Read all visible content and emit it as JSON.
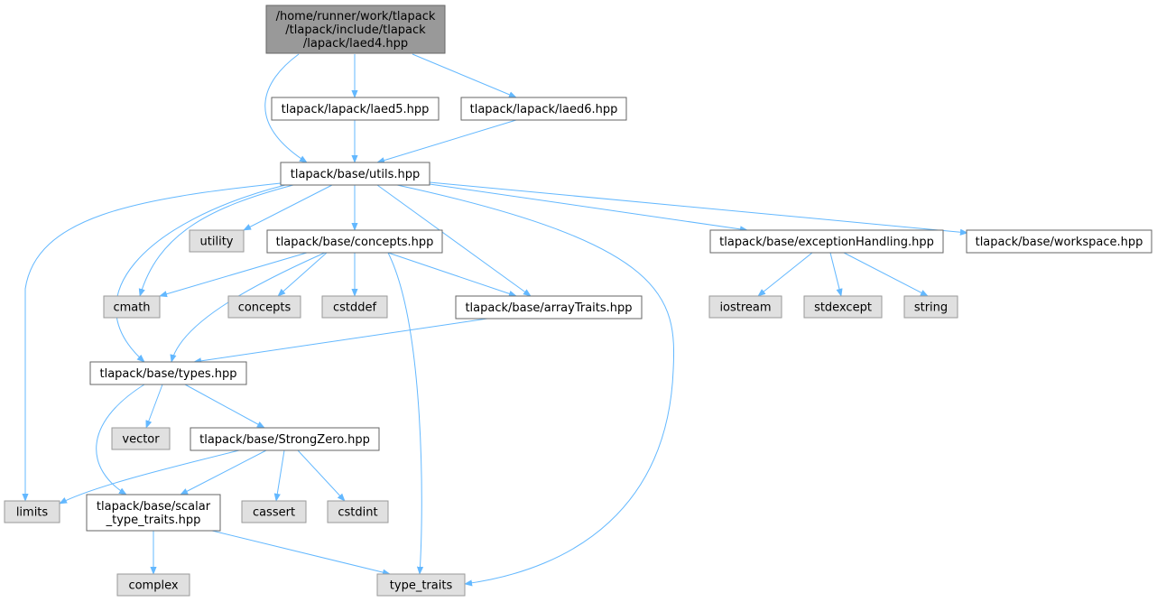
{
  "style": {
    "edge_color": "#63b8ff",
    "box_border": "#666666",
    "root_fill": "#999999",
    "file_fill": "#ffffff",
    "system_fill": "#e0e0e0",
    "system_border": "#999999"
  },
  "nodes": {
    "root": {
      "lines": [
        "/home/runner/work/tlapack",
        "/tlapack/include/tlapack",
        "/lapack/laed4.hpp"
      ],
      "kind": "root"
    },
    "laed5": {
      "lines": [
        "tlapack/lapack/laed5.hpp"
      ],
      "kind": "file"
    },
    "laed6": {
      "lines": [
        "tlapack/lapack/laed6.hpp"
      ],
      "kind": "file"
    },
    "utils": {
      "lines": [
        "tlapack/base/utils.hpp"
      ],
      "kind": "file"
    },
    "utility": {
      "lines": [
        "utility"
      ],
      "kind": "system"
    },
    "concepts_hpp": {
      "lines": [
        "tlapack/base/concepts.hpp"
      ],
      "kind": "file"
    },
    "exceptionHandling": {
      "lines": [
        "tlapack/base/exceptionHandling.hpp"
      ],
      "kind": "file"
    },
    "workspace": {
      "lines": [
        "tlapack/base/workspace.hpp"
      ],
      "kind": "file"
    },
    "cmath": {
      "lines": [
        "cmath"
      ],
      "kind": "system"
    },
    "concepts": {
      "lines": [
        "concepts"
      ],
      "kind": "system"
    },
    "cstddef": {
      "lines": [
        "cstddef"
      ],
      "kind": "system"
    },
    "arrayTraits": {
      "lines": [
        "tlapack/base/arrayTraits.hpp"
      ],
      "kind": "file"
    },
    "iostream": {
      "lines": [
        "iostream"
      ],
      "kind": "system"
    },
    "stdexcept": {
      "lines": [
        "stdexcept"
      ],
      "kind": "system"
    },
    "string": {
      "lines": [
        "string"
      ],
      "kind": "system"
    },
    "types": {
      "lines": [
        "tlapack/base/types.hpp"
      ],
      "kind": "file"
    },
    "vector": {
      "lines": [
        "vector"
      ],
      "kind": "system"
    },
    "strongZero": {
      "lines": [
        "tlapack/base/StrongZero.hpp"
      ],
      "kind": "file"
    },
    "limits": {
      "lines": [
        "limits"
      ],
      "kind": "system"
    },
    "scalarTraits": {
      "lines": [
        "tlapack/base/scalar",
        "_type_traits.hpp"
      ],
      "kind": "file"
    },
    "cassert": {
      "lines": [
        "cassert"
      ],
      "kind": "system"
    },
    "cstdint": {
      "lines": [
        "cstdint"
      ],
      "kind": "system"
    },
    "complex": {
      "lines": [
        "complex"
      ],
      "kind": "system"
    },
    "type_traits": {
      "lines": [
        "type_traits"
      ],
      "kind": "system"
    }
  },
  "edges": [
    [
      "root",
      "utils"
    ],
    [
      "root",
      "laed5"
    ],
    [
      "root",
      "laed6"
    ],
    [
      "laed5",
      "utils"
    ],
    [
      "laed6",
      "utils"
    ],
    [
      "utils",
      "utility"
    ],
    [
      "utils",
      "concepts_hpp"
    ],
    [
      "utils",
      "exceptionHandling"
    ],
    [
      "utils",
      "workspace"
    ],
    [
      "utils",
      "cmath"
    ],
    [
      "utils",
      "arrayTraits"
    ],
    [
      "utils",
      "types"
    ],
    [
      "utils",
      "limits"
    ],
    [
      "utils",
      "type_traits"
    ],
    [
      "concepts_hpp",
      "cmath"
    ],
    [
      "concepts_hpp",
      "concepts"
    ],
    [
      "concepts_hpp",
      "cstddef"
    ],
    [
      "concepts_hpp",
      "arrayTraits"
    ],
    [
      "concepts_hpp",
      "types"
    ],
    [
      "concepts_hpp",
      "type_traits"
    ],
    [
      "exceptionHandling",
      "iostream"
    ],
    [
      "exceptionHandling",
      "stdexcept"
    ],
    [
      "exceptionHandling",
      "string"
    ],
    [
      "arrayTraits",
      "types"
    ],
    [
      "types",
      "vector"
    ],
    [
      "types",
      "strongZero"
    ],
    [
      "types",
      "scalarTraits"
    ],
    [
      "strongZero",
      "limits"
    ],
    [
      "strongZero",
      "scalarTraits"
    ],
    [
      "strongZero",
      "cassert"
    ],
    [
      "strongZero",
      "cstdint"
    ],
    [
      "scalarTraits",
      "complex"
    ],
    [
      "scalarTraits",
      "type_traits"
    ]
  ]
}
